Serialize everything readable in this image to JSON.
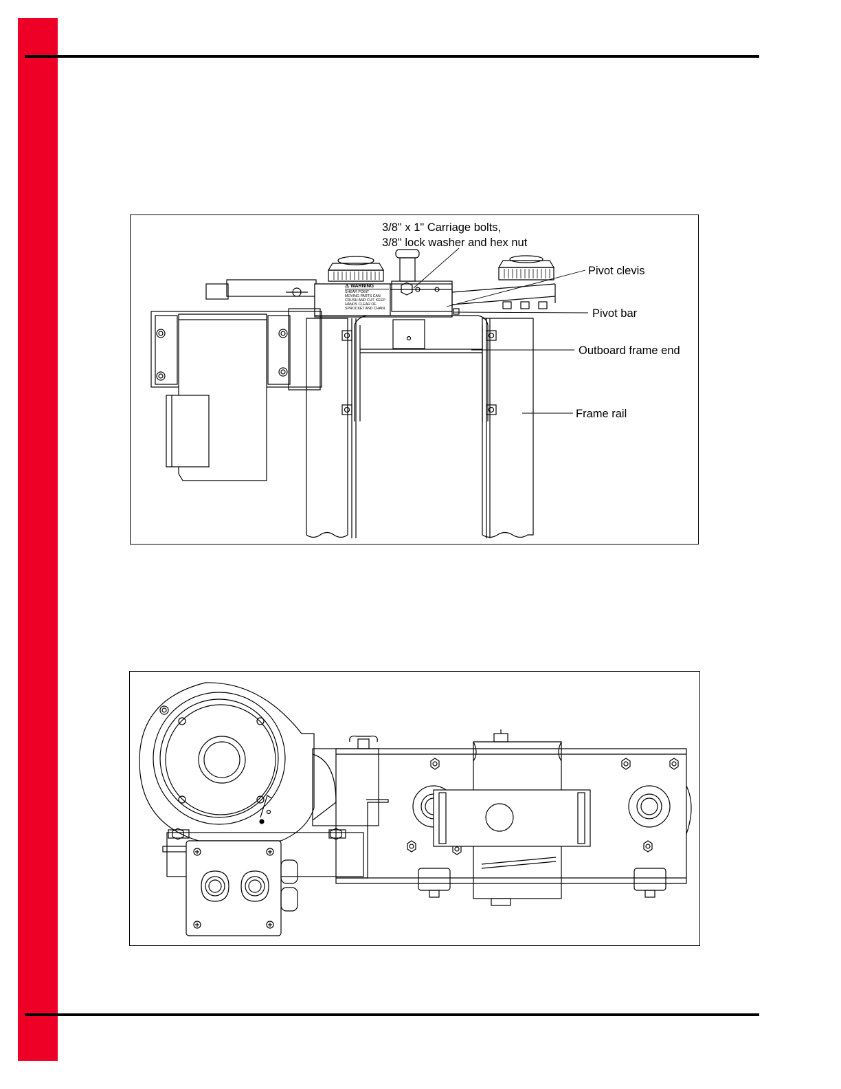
{
  "colors": {
    "side_bar": "#ee0026",
    "rules": "#000000",
    "line_art": "#000000"
  },
  "figure1": {
    "callouts": {
      "carriage_bolts_line1": "3/8\" x 1\" Carriage bolts,",
      "carriage_bolts_line2": "3/8\" lock washer and hex nut",
      "pivot_clevis": "Pivot clevis",
      "pivot_bar": "Pivot bar",
      "outboard_frame_end": "Outboard frame end",
      "frame_rail": "Frame rail"
    },
    "decal": {
      "heading": "WARNING",
      "lines": [
        "SHEAR POINT",
        "MOVING PARTS CAN",
        "CRUSH AND CUT. KEEP",
        "HANDS CLEAR OF",
        "SPROCKET AND CHAIN."
      ]
    }
  }
}
